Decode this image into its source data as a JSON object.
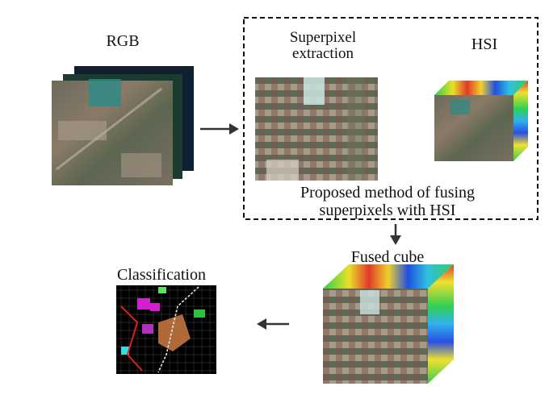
{
  "labels": {
    "rgb": "RGB",
    "superpixel_line1": "Superpixel",
    "superpixel_line2": "extraction",
    "hsi": "HSI",
    "method_line1": "Proposed method of fusing",
    "method_line2": "superpixels with HSI",
    "fused_cube": "Fused cube",
    "classification": "Classification"
  },
  "colors": {
    "arrow": "#333333",
    "dashed_border": "#111111",
    "classification_bg": "#000000"
  }
}
